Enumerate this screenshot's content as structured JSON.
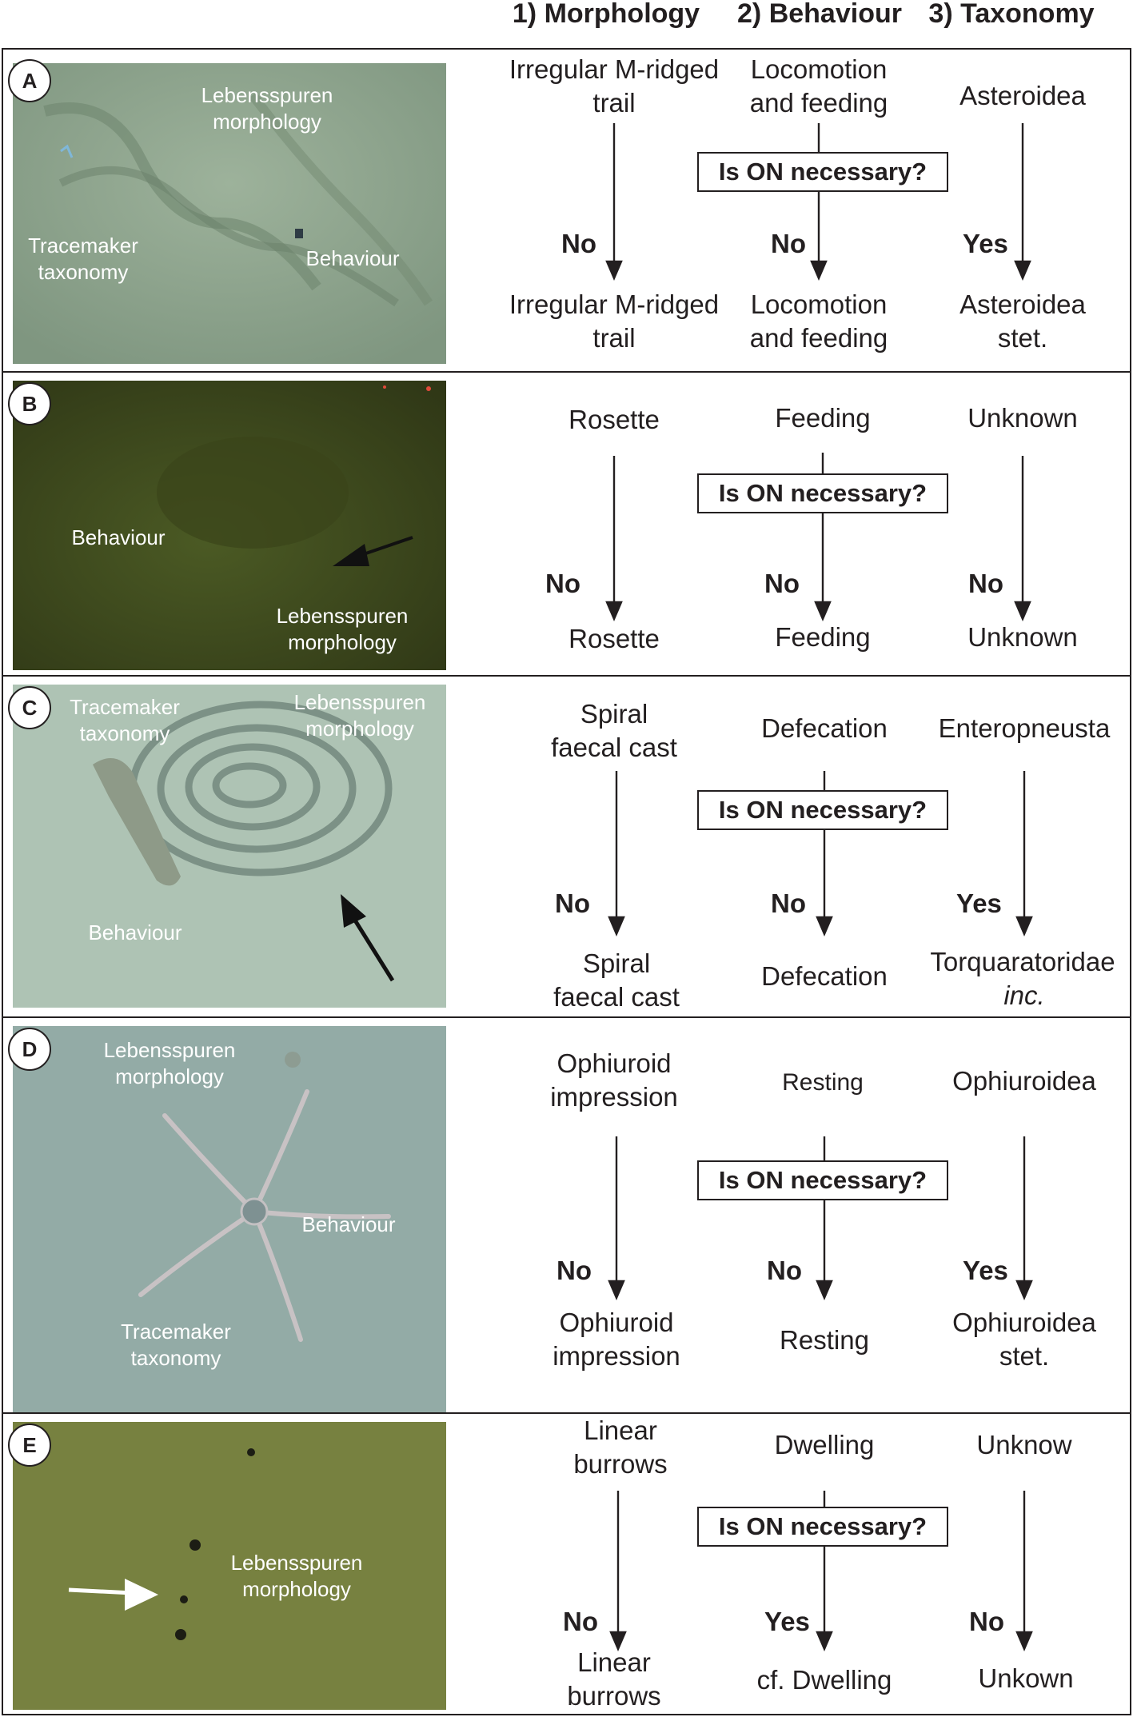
{
  "headers": {
    "morphology": "1) Morphology",
    "behaviour": "2) Behaviour",
    "taxonomy": "3) Taxonomy"
  },
  "question": "Is ON necessary?",
  "colors": {
    "line": "#231f20",
    "label_on_photo": "#ffffff"
  },
  "icons": {
    "arrow": "down-arrow-icon",
    "pointer": "pointer-arrow-icon"
  },
  "panels": [
    {
      "letter": "A",
      "photo_color": "#8ea58a",
      "photo_labels": {
        "morphology": "Lebensspuren\nmorphology",
        "taxonomy": "Tracemaker\ntaxonomy",
        "behaviour": "Behaviour"
      },
      "top": {
        "morphology": "Irregular M-ridged\ntrail",
        "behaviour": "Locomotion\nand feeding",
        "taxonomy": "Asteroidea"
      },
      "answers": {
        "morphology": "No",
        "behaviour": "No",
        "taxonomy": "Yes"
      },
      "bottom": {
        "morphology": "Irregular M-ridged\ntrail",
        "behaviour": "Locomotion\nand feeding",
        "taxonomy": "Asteroidea\nstet."
      }
    },
    {
      "letter": "B",
      "photo_color": "#3f4a1e",
      "photo_labels": {
        "behaviour": "Behaviour",
        "morphology": "Lebensspuren\nmorphology"
      },
      "top": {
        "morphology": "Rosette",
        "behaviour": "Feeding",
        "taxonomy": "Unknown"
      },
      "answers": {
        "morphology": "No",
        "behaviour": "No",
        "taxonomy": "No"
      },
      "bottom": {
        "morphology": "Rosette",
        "behaviour": "Feeding",
        "taxonomy": "Unknown"
      }
    },
    {
      "letter": "C",
      "photo_color": "#a9bfae",
      "photo_labels": {
        "taxonomy": "Tracemaker\ntaxonomy",
        "morphology": "Lebensspuren\nmorphology",
        "behaviour": "Behaviour"
      },
      "top": {
        "morphology": "Spiral\nfaecal cast",
        "behaviour": "Defecation",
        "taxonomy": "Enteropneusta"
      },
      "answers": {
        "morphology": "No",
        "behaviour": "No",
        "taxonomy": "Yes"
      },
      "bottom": {
        "morphology": "Spiral\nfaecal cast",
        "behaviour": "Defecation",
        "taxonomy": "Torquaratoridae",
        "taxonomy_suffix": "inc."
      }
    },
    {
      "letter": "D",
      "photo_color": "#8da6a2",
      "photo_labels": {
        "morphology": "Lebensspuren\nmorphology",
        "behaviour": "Behaviour",
        "taxonomy": "Tracemaker\ntaxonomy"
      },
      "top": {
        "morphology": "Ophiuroid\nimpression",
        "behaviour": "Resting",
        "taxonomy": "Ophiuroidea"
      },
      "answers": {
        "morphology": "No",
        "behaviour": "No",
        "taxonomy": "Yes"
      },
      "bottom": {
        "morphology": "Ophiuroid\nimpression",
        "behaviour": "Resting",
        "taxonomy": "Ophiuroidea\nstet."
      }
    },
    {
      "letter": "E",
      "photo_color": "#737d3c",
      "photo_labels": {
        "morphology": "Lebensspuren\nmorphology"
      },
      "top": {
        "morphology": "Linear\nburrows",
        "behaviour": "Dwelling",
        "taxonomy": "Unknow"
      },
      "answers": {
        "morphology": "No",
        "behaviour": "Yes",
        "taxonomy": "No"
      },
      "bottom": {
        "morphology": "Linear\nburrows",
        "behaviour": "cf. Dwelling",
        "taxonomy": "Unkown"
      }
    }
  ]
}
